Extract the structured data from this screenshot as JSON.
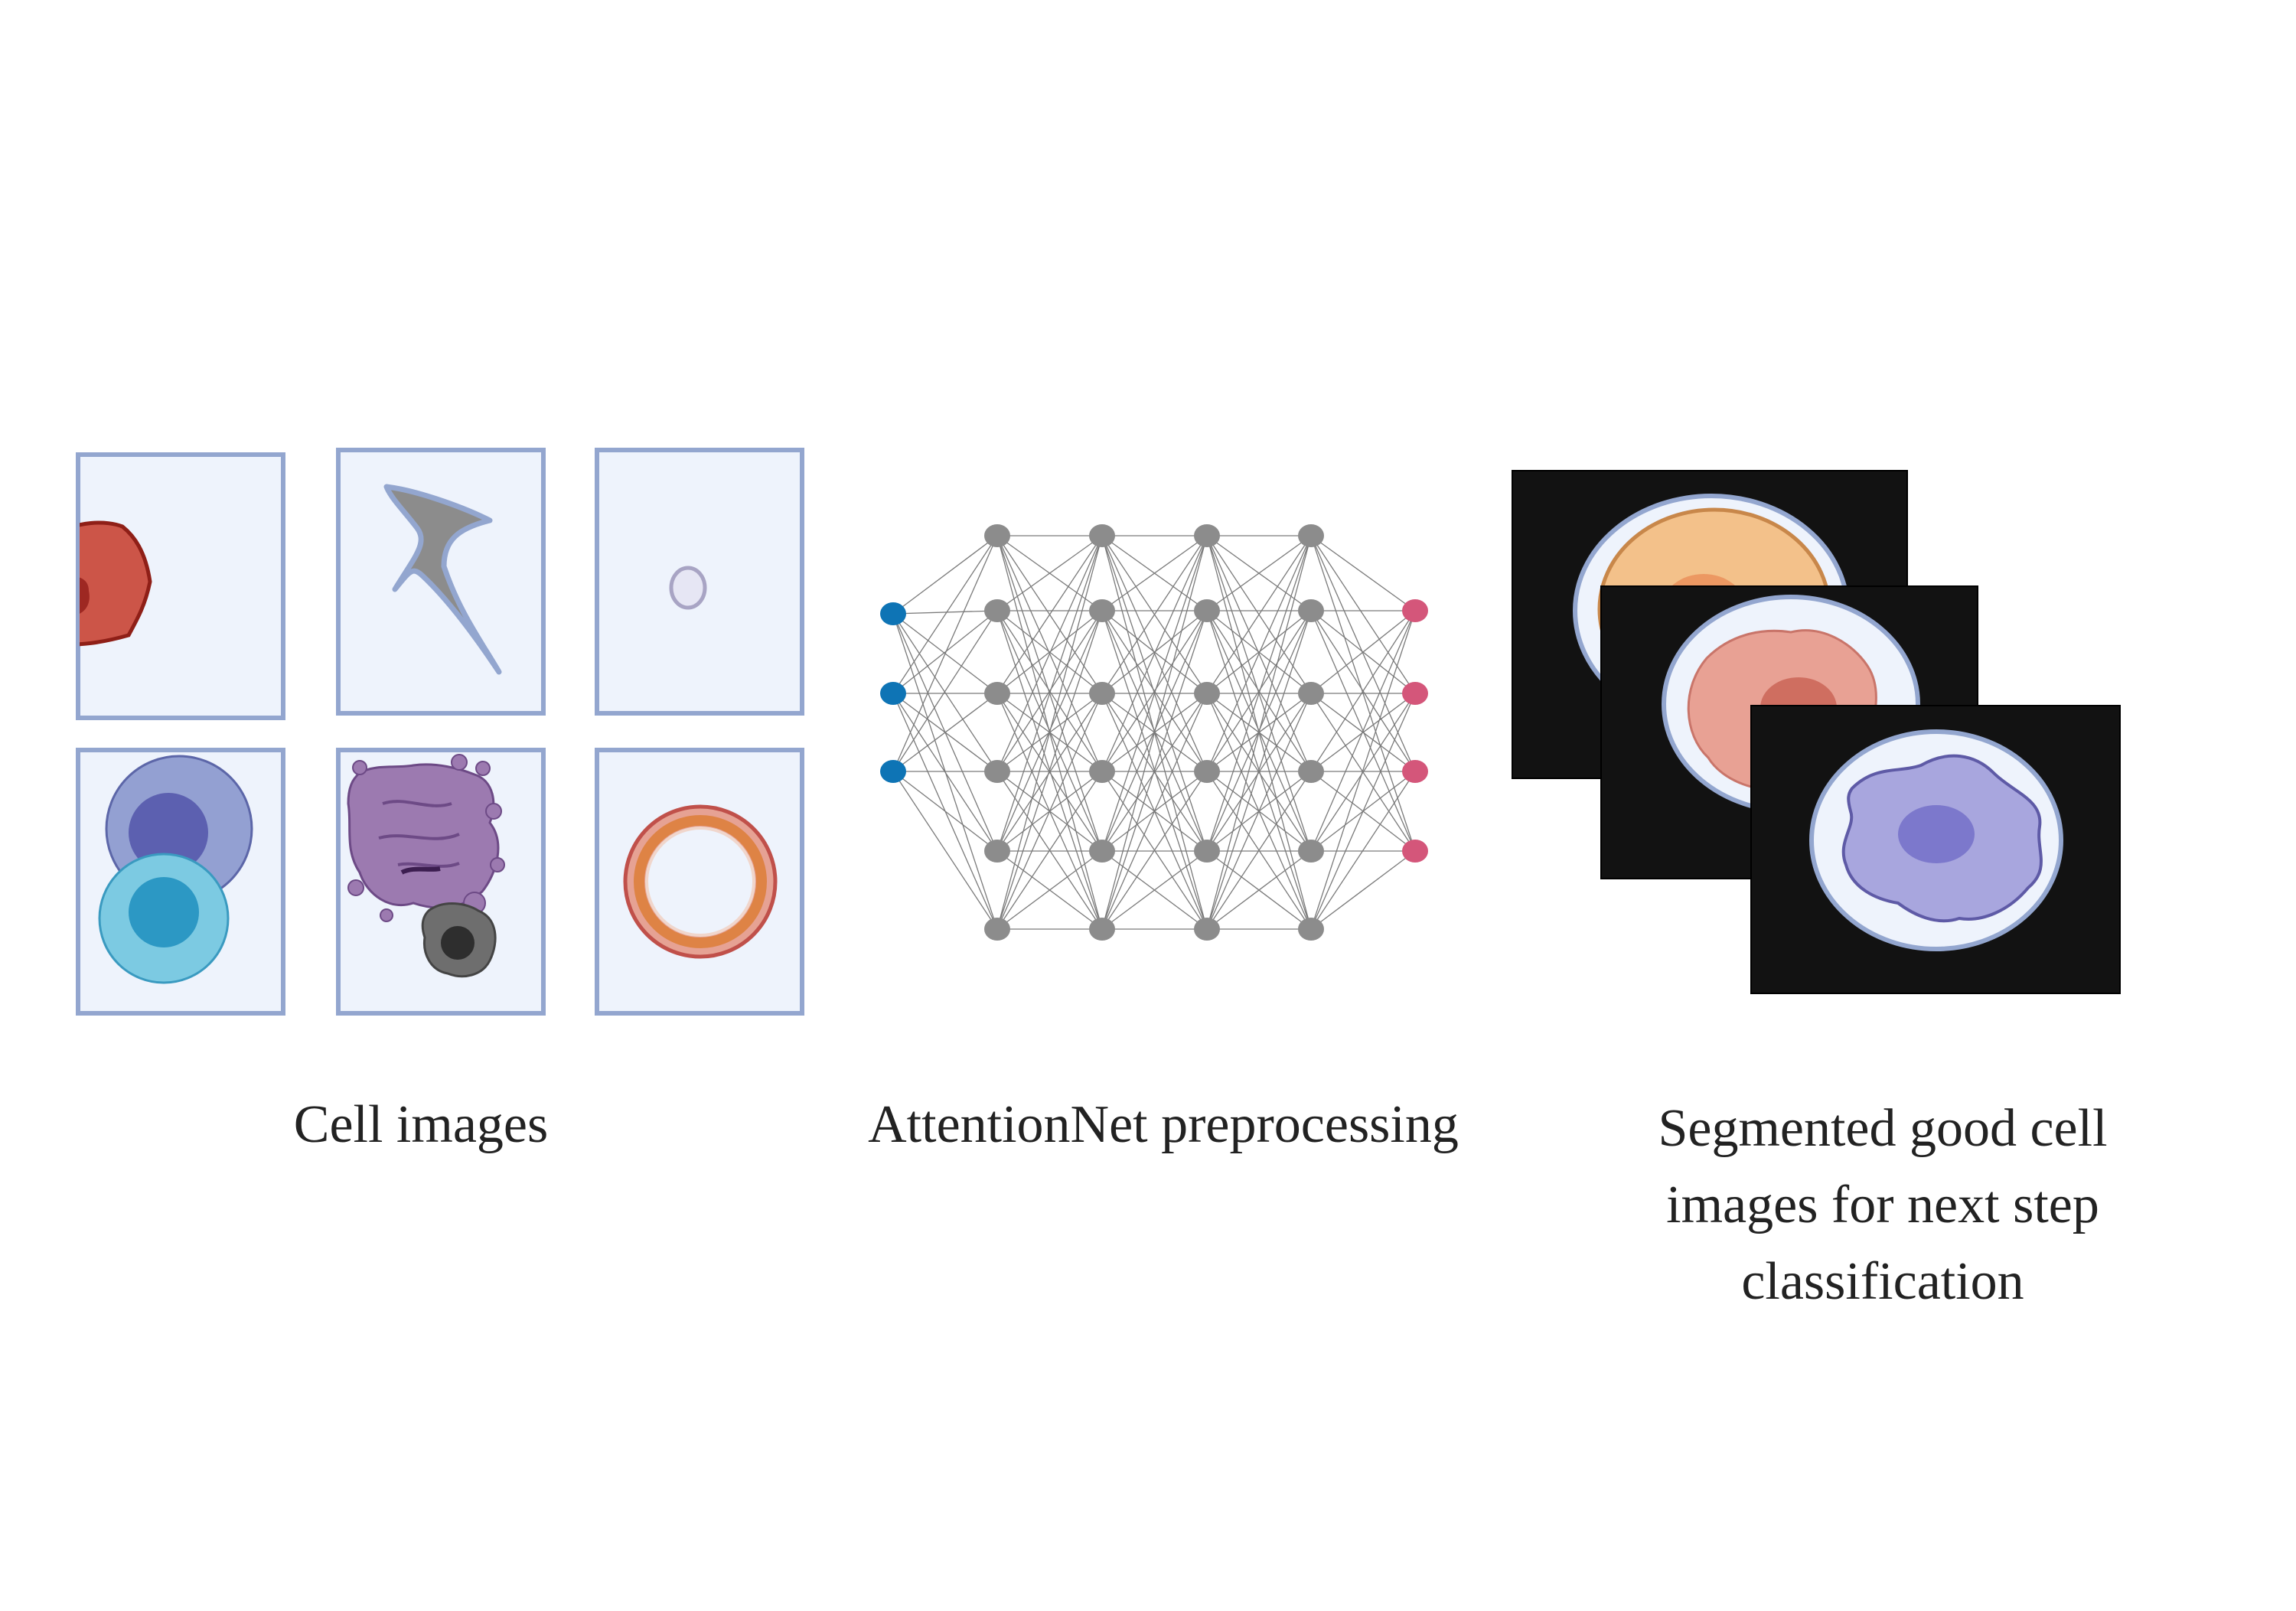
{
  "captions": {
    "cell_images": "Cell images",
    "preprocessing": "AttentionNet preprocessing",
    "segmented": [
      "Segmented good cell",
      "images for next step",
      "classification"
    ]
  },
  "colors": {
    "tile_fill": "#eef3fc",
    "tile_border": "#93a6cf",
    "input_node": "#0e74b5",
    "hidden_node": "#8c8c8c",
    "output_node": "#d4567a",
    "dark_frame": "#121212",
    "text": "#222222"
  },
  "network": {
    "layer_node_counts": [
      3,
      6,
      6,
      6,
      6,
      4
    ]
  }
}
